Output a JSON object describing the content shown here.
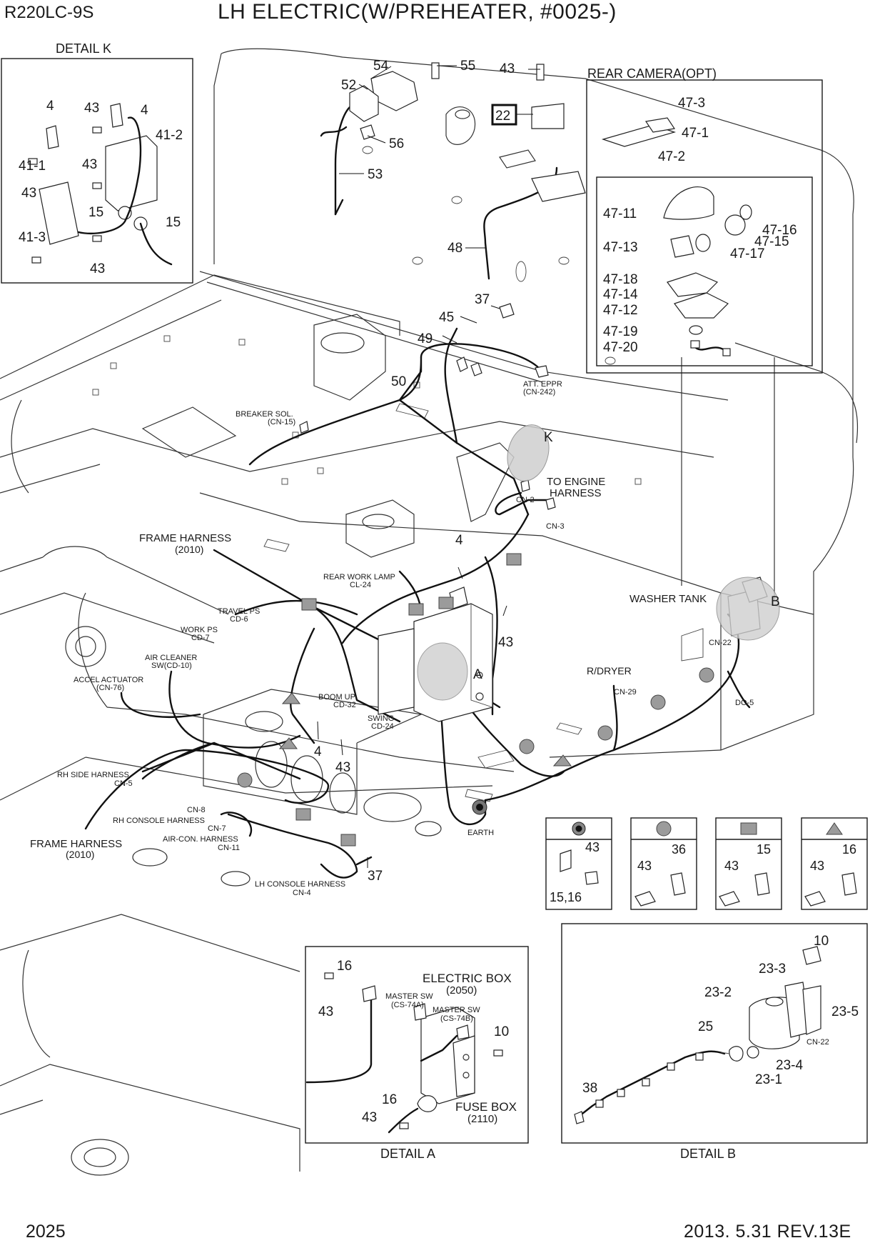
{
  "header": {
    "model": "R220LC-9S",
    "title": "LH ELECTRIC(W/PREHEATER, #0025-)"
  },
  "footer": {
    "page_number": "2025",
    "revision": "2013. 5.31  REV.13E"
  },
  "boxed_ref": "22",
  "panels": {
    "detail_k": {
      "title": "DETAIL  K",
      "labels": [
        "4",
        "43",
        "4",
        "41-2",
        "43",
        "41-1",
        "43",
        "15",
        "15",
        "41-3",
        "43"
      ]
    },
    "rear_camera": {
      "title": "REAR CAMERA(OPT)",
      "labels": [
        "47-3",
        "47-1",
        "47-2",
        "47-11",
        "47-16",
        "47-15",
        "47-13",
        "47-17",
        "47-18",
        "47-14",
        "47-12",
        "47-19",
        "47-20"
      ]
    },
    "detail_a": {
      "title": "DETAIL  A",
      "labels": [
        "16",
        "43",
        "ELECTRIC BOX",
        "(2050)",
        "MASTER SW",
        "(CS-74A)",
        "MASTER SW",
        "(CS-74B)",
        "10",
        "16",
        "FUSE BOX",
        "43",
        "(2110)"
      ]
    },
    "detail_b": {
      "title": "DETAIL  B",
      "labels": [
        "10",
        "23-3",
        "23-2",
        "23-5",
        "CN-22",
        "25",
        "23-4",
        "23-1",
        "38"
      ]
    }
  },
  "legend": [
    {
      "symbol": "filled-dot",
      "labels": [
        "43",
        "15,16"
      ]
    },
    {
      "symbol": "gray-circle",
      "labels": [
        "43",
        "36"
      ]
    },
    {
      "symbol": "gray-square",
      "labels": [
        "43",
        "15"
      ]
    },
    {
      "symbol": "gray-triangle",
      "labels": [
        "43",
        "16"
      ]
    }
  ],
  "main": {
    "part_numbers": [
      "54",
      "55",
      "43",
      "52",
      "56",
      "53",
      "48",
      "37",
      "45",
      "49",
      "50",
      "K",
      "4",
      "43",
      "B",
      "A",
      "4",
      "43",
      "37"
    ],
    "callouts": [
      {
        "text": "ATT. EPPR",
        "sub": "(CN-242)"
      },
      {
        "text": "BREAKER SOL.",
        "sub": "(CN-15)"
      },
      {
        "text": "TO ENGINE",
        "sub": "HARNESS"
      },
      {
        "text": "CN-2",
        "sub": ""
      },
      {
        "text": "CN-3",
        "sub": ""
      },
      {
        "text": "FRAME HARNESS",
        "sub": "(2010)"
      },
      {
        "text": "REAR WORK LAMP",
        "sub": "CL-24"
      },
      {
        "text": "TRAVEL PS",
        "sub": "CD-6"
      },
      {
        "text": "WORK PS",
        "sub": "CD-7"
      },
      {
        "text": "AIR CLEANER",
        "sub": "SW(CD-10)"
      },
      {
        "text": "ACCEL ACTUATOR",
        "sub": "(CN-76)"
      },
      {
        "text": "BOOM UP",
        "sub": "CD-32"
      },
      {
        "text": "SWING",
        "sub": "CD-24"
      },
      {
        "text": "WASHER TANK",
        "sub": ""
      },
      {
        "text": "CN-22",
        "sub": ""
      },
      {
        "text": "R/DRYER",
        "sub": "CN-29"
      },
      {
        "text": "DO-5",
        "sub": ""
      },
      {
        "text": "RH SIDE HARNESS",
        "sub": "CN-5"
      },
      {
        "text": "CN-8",
        "sub": ""
      },
      {
        "text": "RH CONSOLE HARNESS",
        "sub": "CN-7"
      },
      {
        "text": "AIR-CON. HARNESS",
        "sub": "CN-11"
      },
      {
        "text": "FRAME HARNESS",
        "sub": "(2010)"
      },
      {
        "text": "LH CONSOLE HARNESS",
        "sub": "CN-4"
      },
      {
        "text": "EARTH",
        "sub": ""
      }
    ]
  }
}
